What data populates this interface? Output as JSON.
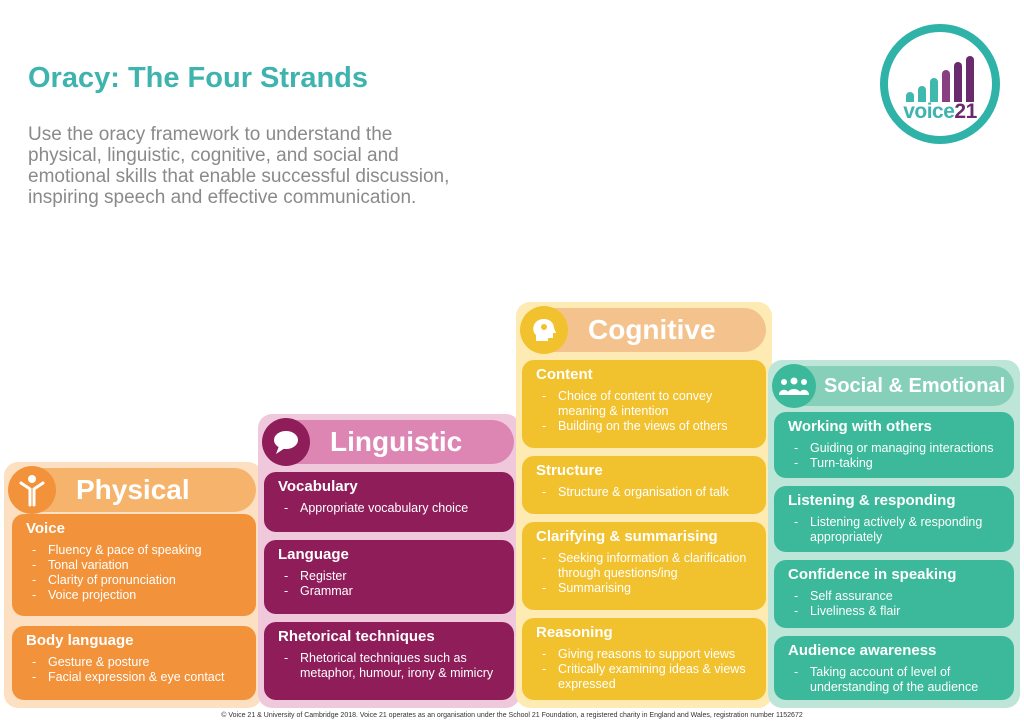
{
  "title": "Oracy: The Four Strands",
  "intro": "Use the oracy framework to understand the physical, linguistic, cognitive, and social and emotional skills that enable successful discussion, inspiring speech and effective communication.",
  "logo": {
    "word": "voice",
    "num": "21"
  },
  "colors": {
    "teal": "#3fb3ae",
    "physical": "#f2923a",
    "linguistic": "#8e1d5a",
    "cognitive": "#f2c12e",
    "social": "#3bb99a"
  },
  "strands": {
    "physical": {
      "name": "Physical",
      "icon": "person-icon",
      "cards": [
        {
          "title": "Voice",
          "items": [
            "Fluency & pace of speaking",
            "Tonal variation",
            "Clarity of pronunciation",
            "Voice projection"
          ]
        },
        {
          "title": "Body language",
          "items": [
            "Gesture & posture",
            "Facial expression & eye contact"
          ]
        }
      ]
    },
    "linguistic": {
      "name": "Linguistic",
      "icon": "speech-bubble-icon",
      "cards": [
        {
          "title": "Vocabulary",
          "items": [
            "Appropriate vocabulary choice"
          ]
        },
        {
          "title": "Language",
          "items": [
            "Register",
            "Grammar"
          ]
        },
        {
          "title": "Rhetorical techniques",
          "items": [
            "Rhetorical techniques such as metaphor, humour, irony & mimicry"
          ]
        }
      ]
    },
    "cognitive": {
      "name": "Cognitive",
      "icon": "head-thinking-icon",
      "cards": [
        {
          "title": "Content",
          "items": [
            "Choice of content to convey meaning & intention",
            "Building on the views of others"
          ]
        },
        {
          "title": "Structure",
          "items": [
            "Structure & organisation of talk"
          ]
        },
        {
          "title": "Clarifying & summarising",
          "items": [
            "Seeking information & clarification through questions/ing",
            "Summarising"
          ]
        },
        {
          "title": "Reasoning",
          "items": [
            "Giving reasons to support views",
            "Critically examining ideas & views expressed"
          ]
        }
      ]
    },
    "social": {
      "name": "Social & Emotional",
      "icon": "group-icon",
      "cards": [
        {
          "title": "Working with others",
          "items": [
            "Guiding or managing interactions",
            "Turn-taking"
          ]
        },
        {
          "title": "Listening & responding",
          "items": [
            "Listening actively & responding appropriately"
          ]
        },
        {
          "title": "Confidence in speaking",
          "items": [
            "Self assurance",
            "Liveliness & flair"
          ]
        },
        {
          "title": "Audience awareness",
          "items": [
            "Taking account of level of understanding of the audience"
          ]
        }
      ]
    }
  },
  "footer": "© Voice 21 & University of Cambridge 2018. Voice 21 operates as an organisation under the School 21 Foundation, a registered charity in England and Wales, registration number 1152672"
}
